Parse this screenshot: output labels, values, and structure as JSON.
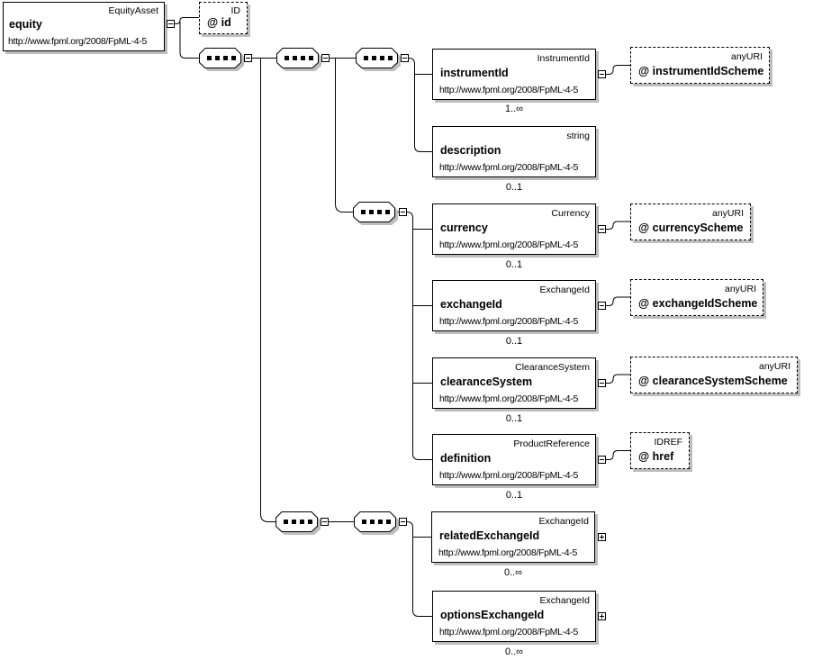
{
  "root": {
    "name": "equity",
    "type": "EquityAsset",
    "namespace": "http://www.fpml.org/2008/FpML-4-5",
    "attribute": {
      "label": "@ id",
      "type": "ID"
    }
  },
  "elements": {
    "instrumentId": {
      "name": "instrumentId",
      "type": "InstrumentId",
      "namespace": "http://www.fpml.org/2008/FpML-4-5",
      "cardinality": "1..∞",
      "attribute": {
        "label": "@ instrumentIdScheme",
        "type": "anyURI"
      }
    },
    "description": {
      "name": "description",
      "type": "string",
      "namespace": "http://www.fpml.org/2008/FpML-4-5",
      "cardinality": "0..1"
    },
    "currency": {
      "name": "currency",
      "type": "Currency",
      "namespace": "http://www.fpml.org/2008/FpML-4-5",
      "cardinality": "0..1",
      "attribute": {
        "label": "@ currencyScheme",
        "type": "anyURI"
      }
    },
    "exchangeId": {
      "name": "exchangeId",
      "type": "ExchangeId",
      "namespace": "http://www.fpml.org/2008/FpML-4-5",
      "cardinality": "0..1",
      "attribute": {
        "label": "@ exchangeIdScheme",
        "type": "anyURI"
      }
    },
    "clearanceSystem": {
      "name": "clearanceSystem",
      "type": "ClearanceSystem",
      "namespace": "http://www.fpml.org/2008/FpML-4-5",
      "cardinality": "0..1",
      "attribute": {
        "label": "@ clearanceSystemScheme",
        "type": "anyURI"
      }
    },
    "definition": {
      "name": "definition",
      "type": "ProductReference",
      "namespace": "http://www.fpml.org/2008/FpML-4-5",
      "cardinality": "0..1",
      "attribute": {
        "label": "@ href",
        "type": "IDREF"
      }
    },
    "relatedExchangeId": {
      "name": "relatedExchangeId",
      "type": "ExchangeId",
      "namespace": "http://www.fpml.org/2008/FpML-4-5",
      "cardinality": "0..∞"
    },
    "optionsExchangeId": {
      "name": "optionsExchangeId",
      "type": "ExchangeId",
      "namespace": "http://www.fpml.org/2008/FpML-4-5",
      "cardinality": "0..∞"
    }
  },
  "icons": {
    "sequence": "sequence-compositor",
    "collapse": "minus",
    "expand": "plus"
  },
  "colors": {
    "background": "#ffffff",
    "border": "#000000",
    "shadow": "#bdbdbd",
    "text": "#000000"
  }
}
